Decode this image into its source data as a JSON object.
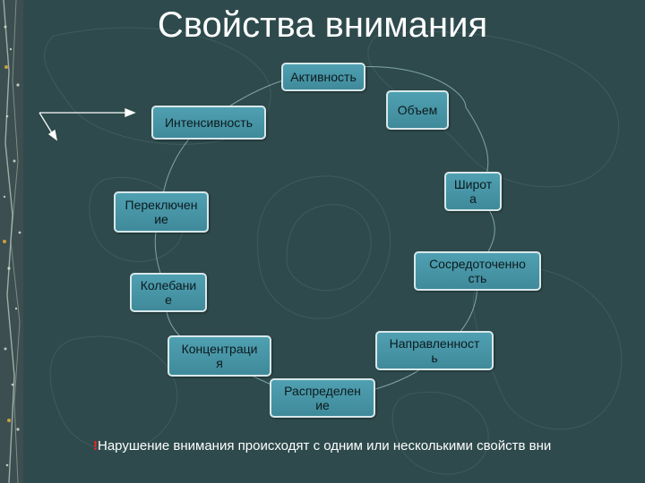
{
  "title": "Свойства внимания",
  "colors": {
    "background": "#2e4a4c",
    "node_fill": "#4a9aab",
    "accent_mark": "#ff2020"
  },
  "nodes": {
    "aktivnost": "Активность",
    "obem": "Объем",
    "intensivnost": "Интенсивность",
    "shirota": "Широт\nа",
    "pereklyuchenie": "Переключен\nие",
    "sosredotochennost": "Сосредоточенно\nсть",
    "kolebanie": "Колебани\nе",
    "napravlennost": "Направленност\nь",
    "koncentraciya": "Концентраци\nя",
    "raspredelenie": "Распределен\nие"
  },
  "footnote": {
    "mark": "!",
    "text": "Нарушение внимания происходят с одним или несколькими свойств вни"
  }
}
